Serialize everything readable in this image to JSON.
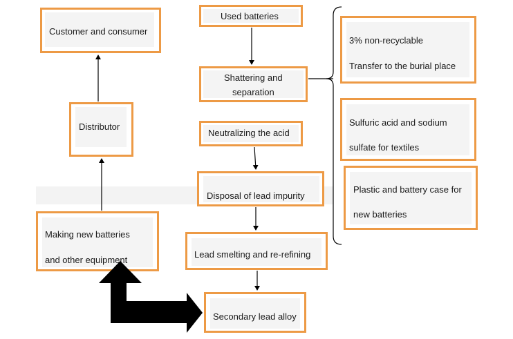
{
  "nodes": {
    "customer": "Customer and consumer",
    "used_batteries": "Used batteries",
    "shattering_line1": "Shattering and",
    "shattering_line2": "separation",
    "distributor": "Distributor",
    "neutralizing": "Neutralizing the acid",
    "disposal": "Disposal of lead  impurity",
    "making_line1": "Making new batteries",
    "making_line2": "and other  equipment",
    "smelting": "Lead smelting and re-refining",
    "secondary": "Secondary lead alloy",
    "nonrecyclable_line1": "3% non-recyclable",
    "nonrecyclable_line2": "Transfer to the burial place",
    "sulfuric_line1": "Sulfuric acid and  sodium",
    "sulfuric_line2": "sulfate for  textiles",
    "plastic_line1": "Plastic and battery case for",
    "plastic_line2": "new  batteries"
  },
  "colors": {
    "box_border": "#ed9a45",
    "arrow": "#000000",
    "box_inner": "#f4f4f4"
  }
}
